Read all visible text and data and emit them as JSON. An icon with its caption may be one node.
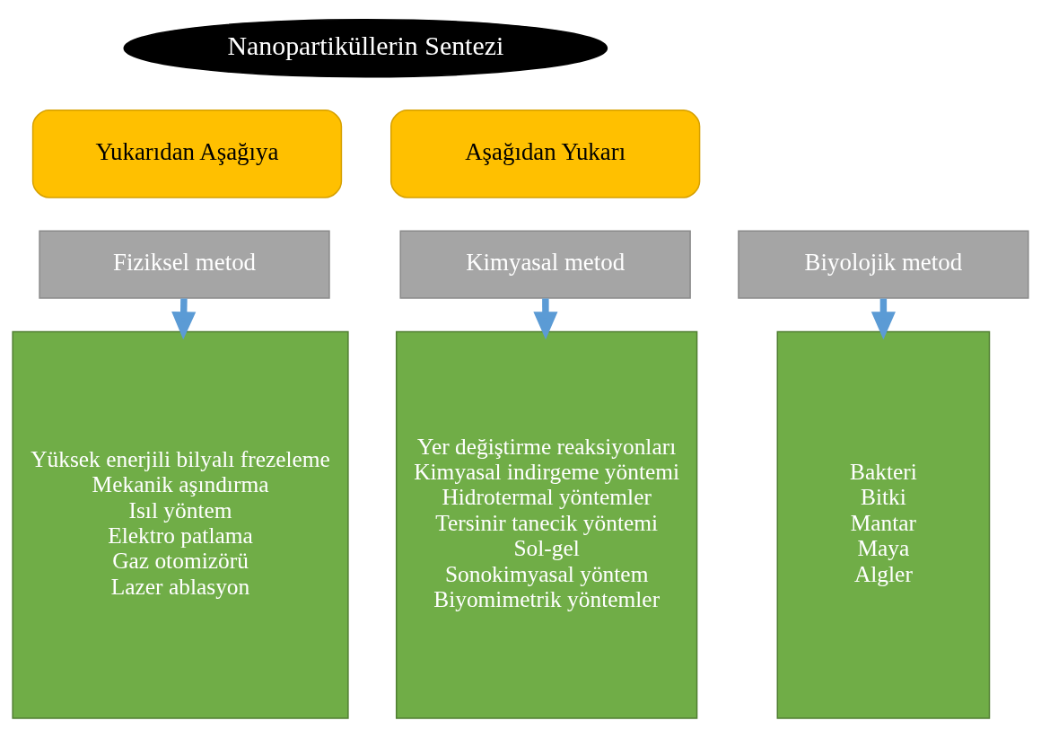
{
  "diagram": {
    "nodes": [
      {
        "text": [
          "Nanopartiküllerin Sentezi"
        ]
      },
      {
        "text": [
          "Yukarıdan Aşağıya"
        ]
      },
      {
        "text": [
          "Aşağıdan Yukarı"
        ]
      },
      {
        "text": [
          "Fiziksel metod"
        ]
      },
      {
        "text": [
          "Kimyasal metod"
        ]
      },
      {
        "text": [
          "Biyolojik metod"
        ]
      },
      {
        "text": [
          "Yüksek enerjili bilyalı frezeleme",
          "Mekanik aşındırma",
          "Isıl yöntem",
          "Elektro patlama",
          "Gaz otomizörü",
          "Lazer ablasyon"
        ]
      },
      {
        "text": [
          "Yer değiştirme reaksiyonları",
          "Kimyasal indirgeme yöntemi",
          "Hidrotermal yöntemler",
          "Tersinir tanecik yöntemi",
          "Sol-gel",
          "Sonokimyasal yöntem",
          "Biyomimetrik yöntemler"
        ]
      },
      {
        "text": [
          "Bakteri",
          "Bitki",
          "Mantar",
          "Maya",
          "Algler"
        ]
      }
    ],
    "edges": [
      {
        "from": 3,
        "to": 6,
        "arrow": "to"
      },
      {
        "from": 4,
        "to": 7,
        "arrow": "to"
      },
      {
        "from": 5,
        "to": 8,
        "arrow": "to"
      }
    ]
  }
}
